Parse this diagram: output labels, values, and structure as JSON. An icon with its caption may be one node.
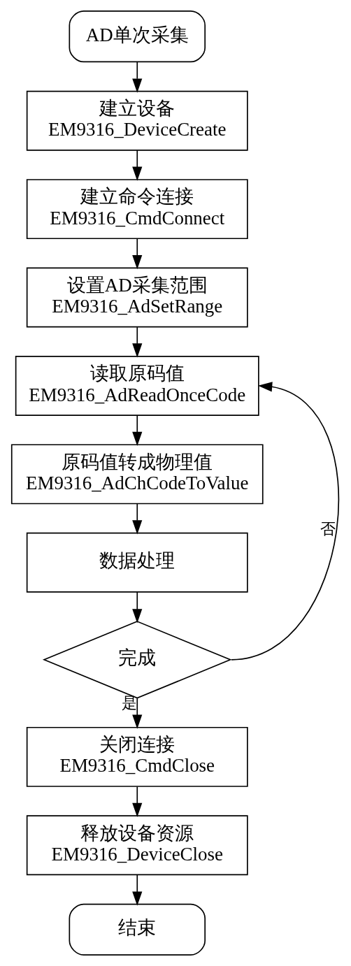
{
  "diagram": {
    "nodes": [
      {
        "text": [
          "AD单次采集"
        ]
      },
      {
        "text": [
          "建立设备",
          "EM9316_DeviceCreate"
        ]
      },
      {
        "text": [
          "建立命令连接",
          "EM9316_CmdConnect"
        ]
      },
      {
        "text": [
          "设置AD采集范围",
          "EM9316_AdSetRange"
        ]
      },
      {
        "text": [
          "读取原码值",
          "EM9316_AdReadOnceCode"
        ]
      },
      {
        "text": [
          "原码值转成物理值",
          "EM9316_AdChCodeToValue"
        ]
      },
      {
        "text": [
          "数据处理"
        ]
      },
      {
        "text": [
          "完成"
        ]
      },
      {
        "text": [
          "关闭连接",
          "EM9316_CmdClose"
        ]
      },
      {
        "text": [
          "释放设备资源",
          "EM9316_DeviceClose"
        ]
      },
      {
        "text": [
          "结束"
        ]
      }
    ],
    "edges": [
      {
        "from": 0,
        "to": 1,
        "arrow": "to"
      },
      {
        "from": 1,
        "to": 2,
        "arrow": "to"
      },
      {
        "from": 2,
        "to": 3,
        "arrow": "to"
      },
      {
        "from": 3,
        "to": 4,
        "arrow": "to"
      },
      {
        "from": 4,
        "to": 5,
        "arrow": "to"
      },
      {
        "from": 5,
        "to": 6,
        "arrow": "to"
      },
      {
        "from": 6,
        "to": 7,
        "arrow": "to"
      },
      {
        "from": 7,
        "to": 4,
        "arrow": "to",
        "label": "否"
      },
      {
        "from": 7,
        "to": 8,
        "arrow": "to",
        "label": "是"
      },
      {
        "from": 8,
        "to": 9,
        "arrow": "to"
      },
      {
        "from": 9,
        "to": 10,
        "arrow": "to"
      }
    ]
  }
}
